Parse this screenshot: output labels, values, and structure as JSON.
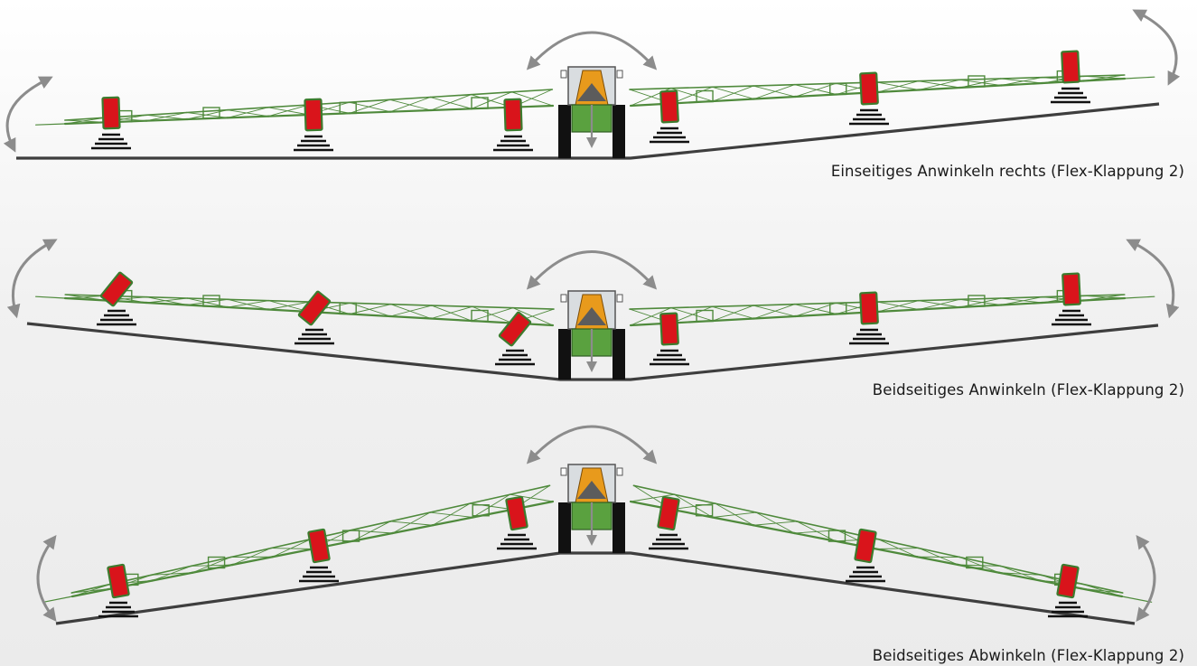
{
  "captions": [
    "Einseitiges Anwinkeln rechts (Flex-Klappung 2)",
    "Beidseitiges Anwinkeln (Flex-Klappung 2)",
    "Beidseitiges Abwinkeln (Flex-Klappung 2)"
  ],
  "scenarios": [
    {
      "mode": "right-up"
    },
    {
      "mode": "both-up"
    },
    {
      "mode": "both-down"
    }
  ],
  "colors": {
    "boom": "#4f8a3c",
    "sensor": "#d9141b",
    "sensor_border": "#3d7b2e",
    "ground": "#3e3e3e",
    "arrow": "#8c8c8c",
    "tractor_body": "#5aa13f",
    "tractor_cab": "#e89a1c",
    "tires": "#111111"
  },
  "icons": {
    "sensor": "ultrasonic-sensor-icon",
    "pivot_arrow": "curved-double-arrow-icon",
    "tractor": "tractor-rear-view-icon"
  }
}
